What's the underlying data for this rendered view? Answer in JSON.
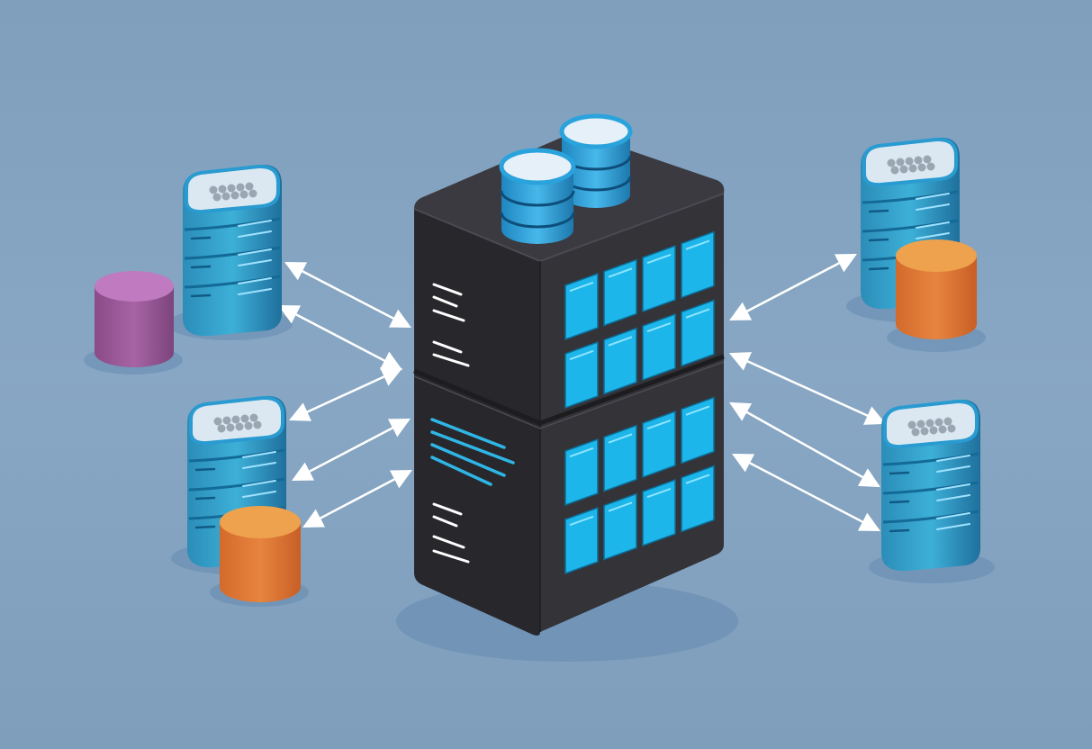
{
  "colors": {
    "background": "#86a6c3",
    "server_dark": "#2c2c30",
    "server_top": "#35353a",
    "panel_cyan": "#1cb6ea",
    "rack_blue": "#3aa3cc",
    "rack_cap": "#dbe8f2",
    "cylinder_purple": "#9c5a9a",
    "cylinder_orange": "#e07a38",
    "arrow": "#ffffff"
  },
  "diagram": {
    "central_node": {
      "icon": "server-tower-icon",
      "stacked_databases": 2
    },
    "peripheral_nodes": [
      {
        "icon": "server-rack-icon",
        "side": "left",
        "companion": "purple-database-cylinder"
      },
      {
        "icon": "server-rack-icon",
        "side": "left",
        "companion": "orange-database-cylinder"
      },
      {
        "icon": "server-rack-icon",
        "side": "right",
        "companion": "orange-database-cylinder"
      },
      {
        "icon": "server-rack-icon",
        "side": "right",
        "companion": null
      }
    ],
    "connections": "bidirectional"
  }
}
